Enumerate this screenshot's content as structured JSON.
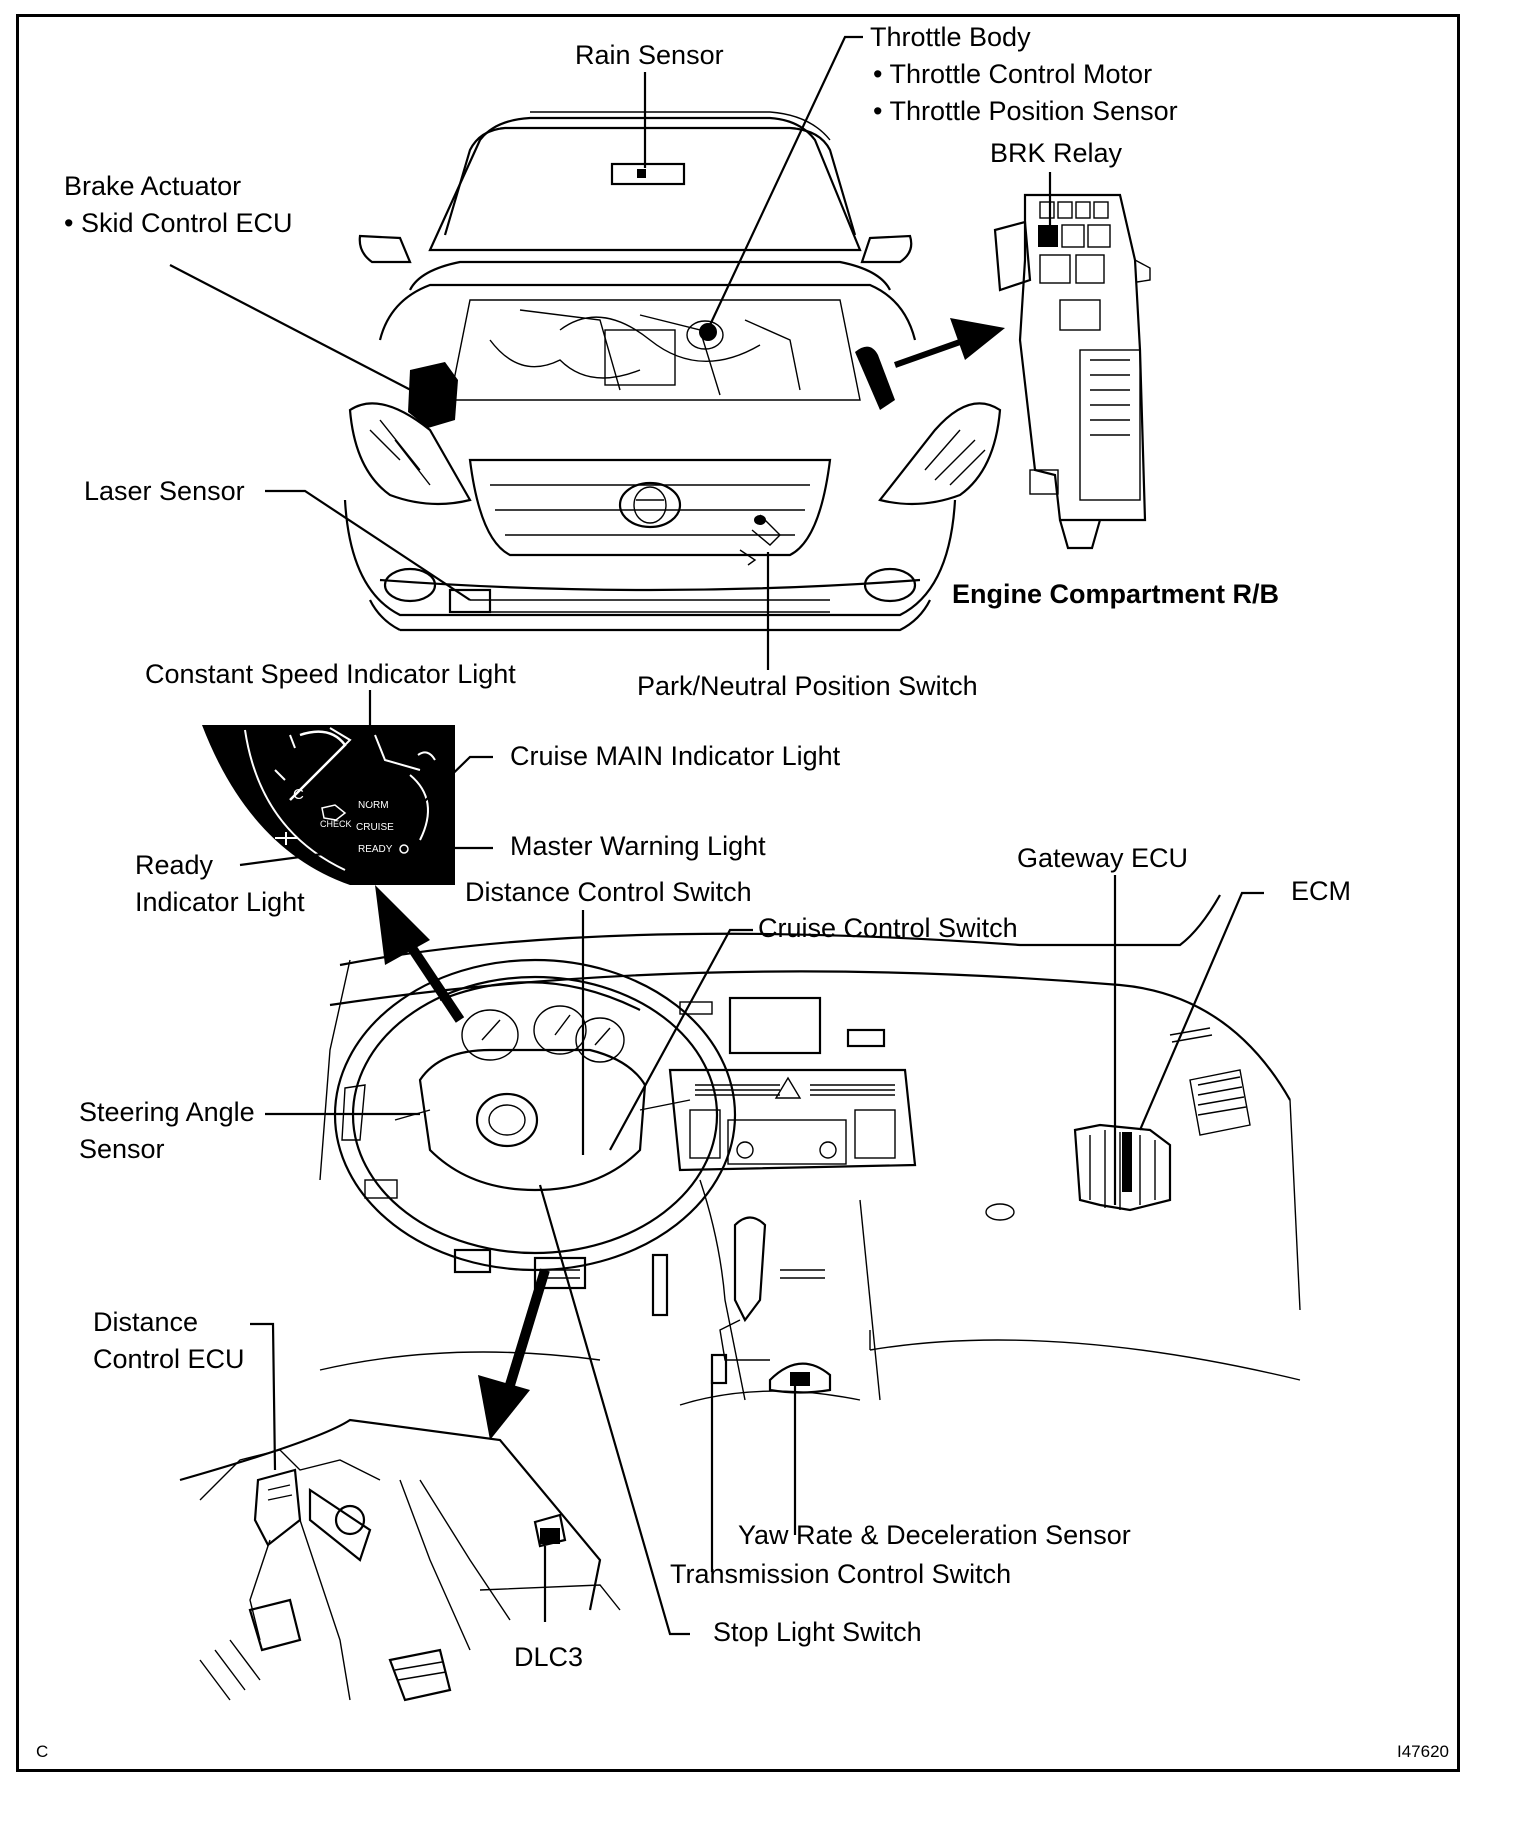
{
  "labels": {
    "rain_sensor": "Rain Sensor",
    "throttle_body": "Throttle Body",
    "throttle_control_motor": "• Throttle Control Motor",
    "throttle_position_sensor": "• Throttle Position Sensor",
    "brk_relay": "BRK Relay",
    "brake_actuator": "Brake Actuator",
    "skid_control_ecu": "• Skid Control ECU",
    "laser_sensor": "Laser Sensor",
    "engine_compartment_rb": "Engine Compartment R/B",
    "constant_speed_indicator": "Constant Speed Indicator Light",
    "park_neutral_switch": "Park/Neutral Position Switch",
    "cruise_main_indicator": "Cruise MAIN Indicator Light",
    "master_warning": "Master Warning Light",
    "ready_line1": "Ready",
    "ready_line2": "Indicator Light",
    "distance_control_switch": "Distance Control Switch",
    "gateway_ecu": "Gateway ECU",
    "ecm": "ECM",
    "cruise_control_switch": "Cruise Control Switch",
    "steering_angle_line1": "Steering Angle",
    "steering_angle_line2": "Sensor",
    "distance_ecu_line1": "Distance",
    "distance_ecu_line2": "Control ECU",
    "yaw_rate_sensor": "Yaw Rate & Deceleration Sensor",
    "transmission_control_switch": "Transmission Control Switch",
    "stop_light_switch": "Stop Light Switch",
    "dlc3": "DLC3"
  },
  "gauge": {
    "c": "C",
    "check": "CHECK",
    "norm": "NORM",
    "cruise": "CRUISE",
    "ready": "READY"
  },
  "footer": {
    "left_code": "C",
    "figure_id": "I47620"
  }
}
